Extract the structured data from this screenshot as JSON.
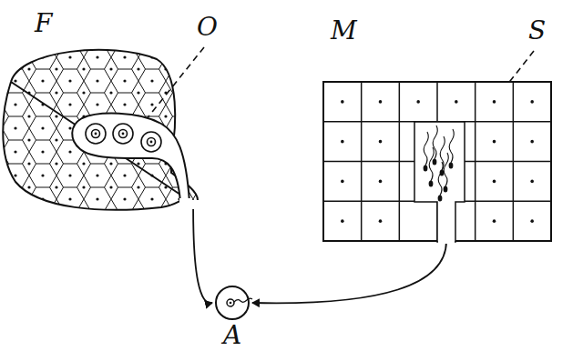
{
  "diagram": {
    "nodes": [
      {
        "text": [
          "F"
        ]
      },
      {
        "text": [
          "M"
        ]
      },
      {
        "text": [
          "A"
        ]
      }
    ],
    "edges": [
      {
        "from": 0,
        "to": 2,
        "arrow": "to"
      },
      {
        "from": 1,
        "to": 2,
        "arrow": "to"
      }
    ],
    "labels": [
      "O",
      "S"
    ]
  }
}
